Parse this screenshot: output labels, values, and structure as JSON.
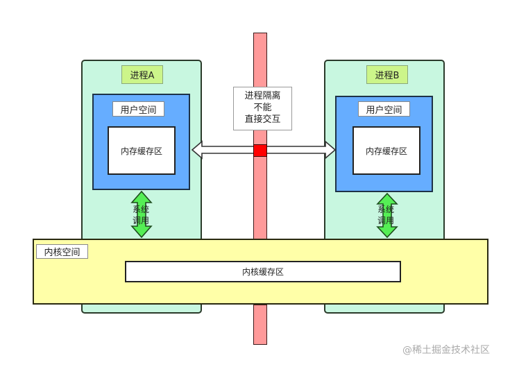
{
  "process_a": {
    "label": "进程A",
    "user_space": "用户空间",
    "buffer": "内存缓存区",
    "syscall": [
      "系统",
      "调用"
    ]
  },
  "process_b": {
    "label": "进程B",
    "user_space": "用户空间",
    "buffer": "内存缓存区",
    "syscall": [
      "系统",
      "调用"
    ]
  },
  "isolation_note": [
    "进程隔离",
    "不能",
    "直接交互"
  ],
  "kernel": {
    "label": "内核空间",
    "buffer": "内核缓存区"
  },
  "watermark": "@稀土掘金技术社区",
  "colors": {
    "process_bg": "#c8f7e0",
    "process_label_bg": "#ccf58a",
    "user_space_bg": "#66adff",
    "kernel_bg": "#ffffa8",
    "wall_bg": "#ff9a9a",
    "wall_block": "#ff0000",
    "syscall_arrow": "#55ee55"
  }
}
